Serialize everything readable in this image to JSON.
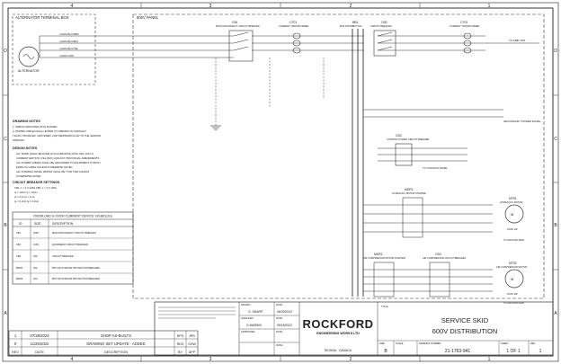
{
  "frame": {
    "col_numbers": [
      "4",
      "3",
      "2",
      "1"
    ],
    "row_letters": [
      "D",
      "C",
      "B",
      "A"
    ]
  },
  "boxes": {
    "alternator_box": "ALTERNATOR TERMINAL BOX",
    "panel_box": "600V PANEL"
  },
  "components": {
    "alternator_label": "ALTERNATOR",
    "main_breaker_id": "CB1",
    "main_breaker_name": "MAIN DISCONNECT CIRCUIT BREAKER",
    "ct_id": "CT01",
    "ct_name": "CURRENT TRANSFORMER",
    "bus_id": "BB1",
    "bus_name": "BUS DISTRIBUTION",
    "cb2_id": "CB2",
    "cb2_name": "CIRCUIT BREAKER",
    "ct02_id": "CT02",
    "ct02_name": "CURRENT TRANSFORMER",
    "out_label": "TO ABB UNIT",
    "ps_label": "SECONDARY POWER PANEL",
    "cb3_id": "CB3",
    "cb3_name": "CONTROL POWER CIRCUIT BREAKER",
    "ctrl_label": "TO CONTROL PANEL",
    "mdr1_id": "MDR1",
    "mdr1_name": "HYDRAULIC MOTOR STARTER",
    "mtr1_id": "MTR1",
    "mtr1_name": "HYDRAULIC MOTOR",
    "mtr1_rating": "15/20 HP",
    "mdr2_id": "MDR2",
    "mdr2_name": "AIR COMPRESSOR MOTOR STARTER",
    "cb4_id": "CB4",
    "cb4_name": "AIR COMPRESSOR CIRCUIT BREAKER",
    "mtr2_id": "MTR2",
    "mtr2_name": "AIR COMPRESSOR MOTOR",
    "mtr2_rating": "10/15 HP",
    "ground_label": "TO GROUND GRID"
  },
  "notes": {
    "drawing_notes_title": "DRAWING NOTES",
    "drawing_notes": [
      "1. WIRING INDICATED WITH DASHED",
      "2. POWER CABLES SHALL ENTER CT OPENING IN STRAIGHT",
      "   TIGHTLY BUNDLED, CENTERED, AND PERPENDICULAR TO THE SENSOR",
      "   OPENING."
    ],
    "design_notes_title": "DESIGN NOTES",
    "design_notes": [
      "ALL WORK SHALL BE DONE IN ACCORDANCE WITH CEC (C22.1)",
      "CURRENT EDITION, CSA (RVC) AND ANY PROVINCIAL AMENDMENTS",
      "ALL POWER CABLES SHALL BE GROUNDED TO EQUIPMENT AT BOTH",
      "ENDS OF CABLE UNLESS OTHERWISE NOTED",
      "ALL INTERNAL PANEL WIRING SHALL BE TYPE TEW UNLESS",
      "OTHERWISE NOTED"
    ],
    "cb_settings_title": "CIRCUIT BREAKER SETTINGS",
    "cb_settings": [
      "CB1: L = 4 X 225A          CB2: L = 4 X 125A",
      "     Ip = 10xIn                  Ip = 10xIn",
      "     tp = 0.1s                   tp = 0.1s",
      "     Ig = 0.2xIn                 Ig = 0.2xIn"
    ]
  },
  "schedule": {
    "title": "OVERLOAD & OVER CURRENT DEVICE SCHEDULE",
    "headers": [
      "ID",
      "SIZE",
      "DESCRIPTION"
    ],
    "rows": [
      [
        "CB1",
        "225A",
        "MAIN DISCONNECT CIRCUIT BREAKER"
      ],
      [
        "CB2",
        "125A",
        "EQUIPMENT CIRCUIT BREAKER"
      ],
      [
        "CB3",
        "20A",
        "CIRCUIT BREAKER"
      ],
      [
        "MDR1",
        "30A",
        "MOTOR STARTER PROTECTION BREAKER"
      ],
      [
        "MDR2",
        "20A",
        "MOTOR STARTER PROTECTION BREAKER"
      ]
    ]
  },
  "revisions": {
    "rows": [
      [
        "1",
        "07/28/2023",
        "SHOP AS-BUILTS",
        "RPS",
        "JPR"
      ],
      [
        "0",
        "11/25/2022",
        "DRAWING SET UPDATE - ADDED",
        "RDS",
        "GHW"
      ]
    ],
    "headers": [
      "REV",
      "DATE",
      "DESCRIPTION",
      "BY",
      "APP"
    ]
  },
  "title_block": {
    "drawn_label": "DRAWN",
    "drawn_by": "G. SHARP",
    "drawn_date": "08/29/2022",
    "checked_label": "CHECKED",
    "checked_by": "G.MARINO",
    "checked_date": "09/15/2022",
    "approved_label": "APPROVED",
    "date_label": "DATE",
    "logo_name": "ROCKFORD",
    "logo_sub": "ENGINEERING WORKS LTD",
    "logo_city": "REGINA · CANADA",
    "title_label": "TITLE",
    "title_line1": "SERVICE SKID",
    "title_line2": "600V DISTRIBUTION",
    "size_label": "SIZE",
    "size_value": "B",
    "dwg_label": "DRAWING NUMBER",
    "dwg_value": "21-1763-941",
    "sheet_label": "SHEET",
    "sheet_value": "1 OF 1",
    "rev_label": "REV",
    "rev_value": "1"
  }
}
